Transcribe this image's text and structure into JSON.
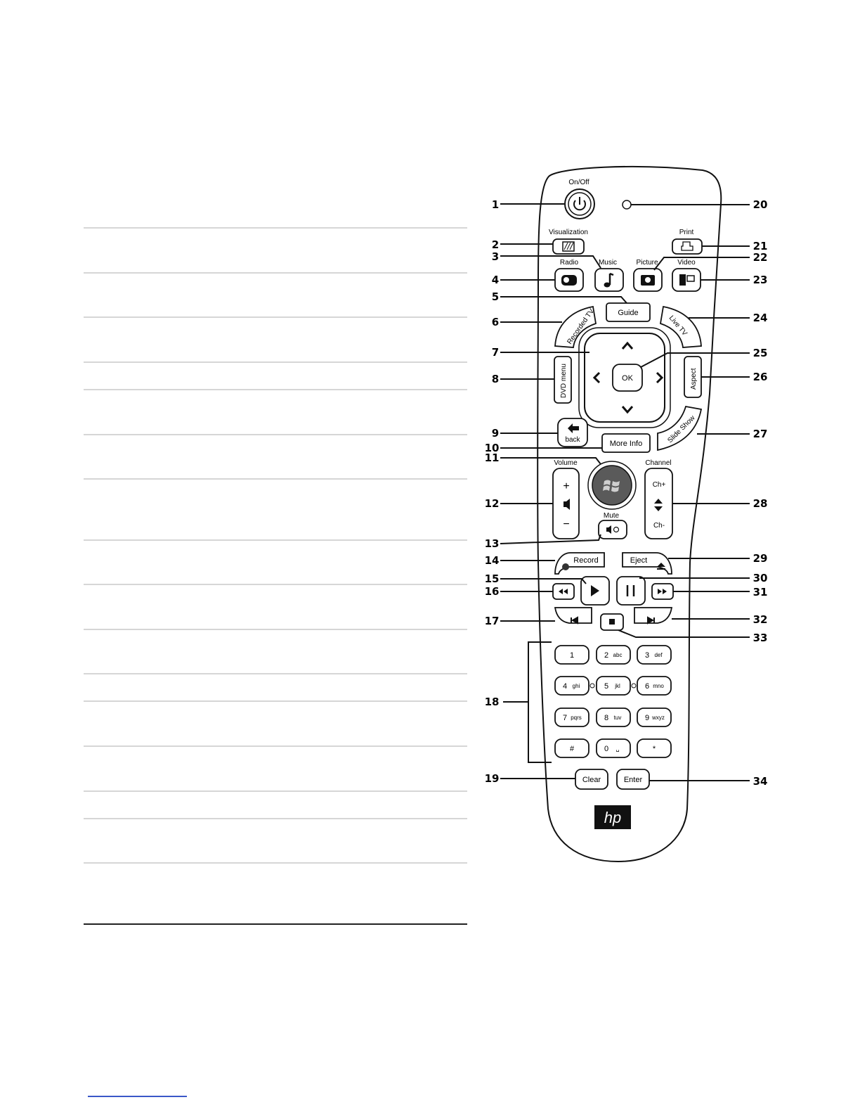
{
  "remote": {
    "buttons": {
      "onoff": "On/Off",
      "visualization": "Visualization",
      "print": "Print",
      "radio": "Radio",
      "music": "Music",
      "picture": "Picture",
      "video": "Video",
      "guide": "Guide",
      "recorded_tv": "Recorded TV",
      "live_tv": "Live TV",
      "ok": "OK",
      "dvd_menu": "DVD menu",
      "aspect": "Aspect",
      "back": "back",
      "slide_show": "Slide Show",
      "more_info": "More Info",
      "volume": "Volume",
      "channel": "Channel",
      "volume_plus": "+",
      "volume_minus": "−",
      "ch_plus": "Ch+",
      "ch_minus": "Ch-",
      "mute": "Mute",
      "record": "Record",
      "eject": "Eject",
      "clear": "Clear",
      "enter": "Enter"
    },
    "keypad": [
      {
        "key": "1",
        "letters": ""
      },
      {
        "key": "2",
        "letters": "abc"
      },
      {
        "key": "3",
        "letters": "def"
      },
      {
        "key": "4",
        "letters": "ghi"
      },
      {
        "key": "5",
        "letters": "jkl"
      },
      {
        "key": "6",
        "letters": "mno"
      },
      {
        "key": "7",
        "letters": "pqrs"
      },
      {
        "key": "8",
        "letters": "tuv"
      },
      {
        "key": "9",
        "letters": "wxyz"
      },
      {
        "key": "#",
        "letters": ""
      },
      {
        "key": "0",
        "letters": "␣"
      },
      {
        "key": "*",
        "letters": ""
      }
    ],
    "logo": "hp"
  },
  "callouts": [
    "1",
    "2",
    "3",
    "4",
    "5",
    "6",
    "7",
    "8",
    "9",
    "10",
    "11",
    "12",
    "13",
    "14",
    "15",
    "16",
    "17",
    "18",
    "19",
    "20",
    "21",
    "22",
    "23",
    "24",
    "25",
    "26",
    "27",
    "28",
    "29",
    "30",
    "31",
    "32",
    "33",
    "34"
  ]
}
